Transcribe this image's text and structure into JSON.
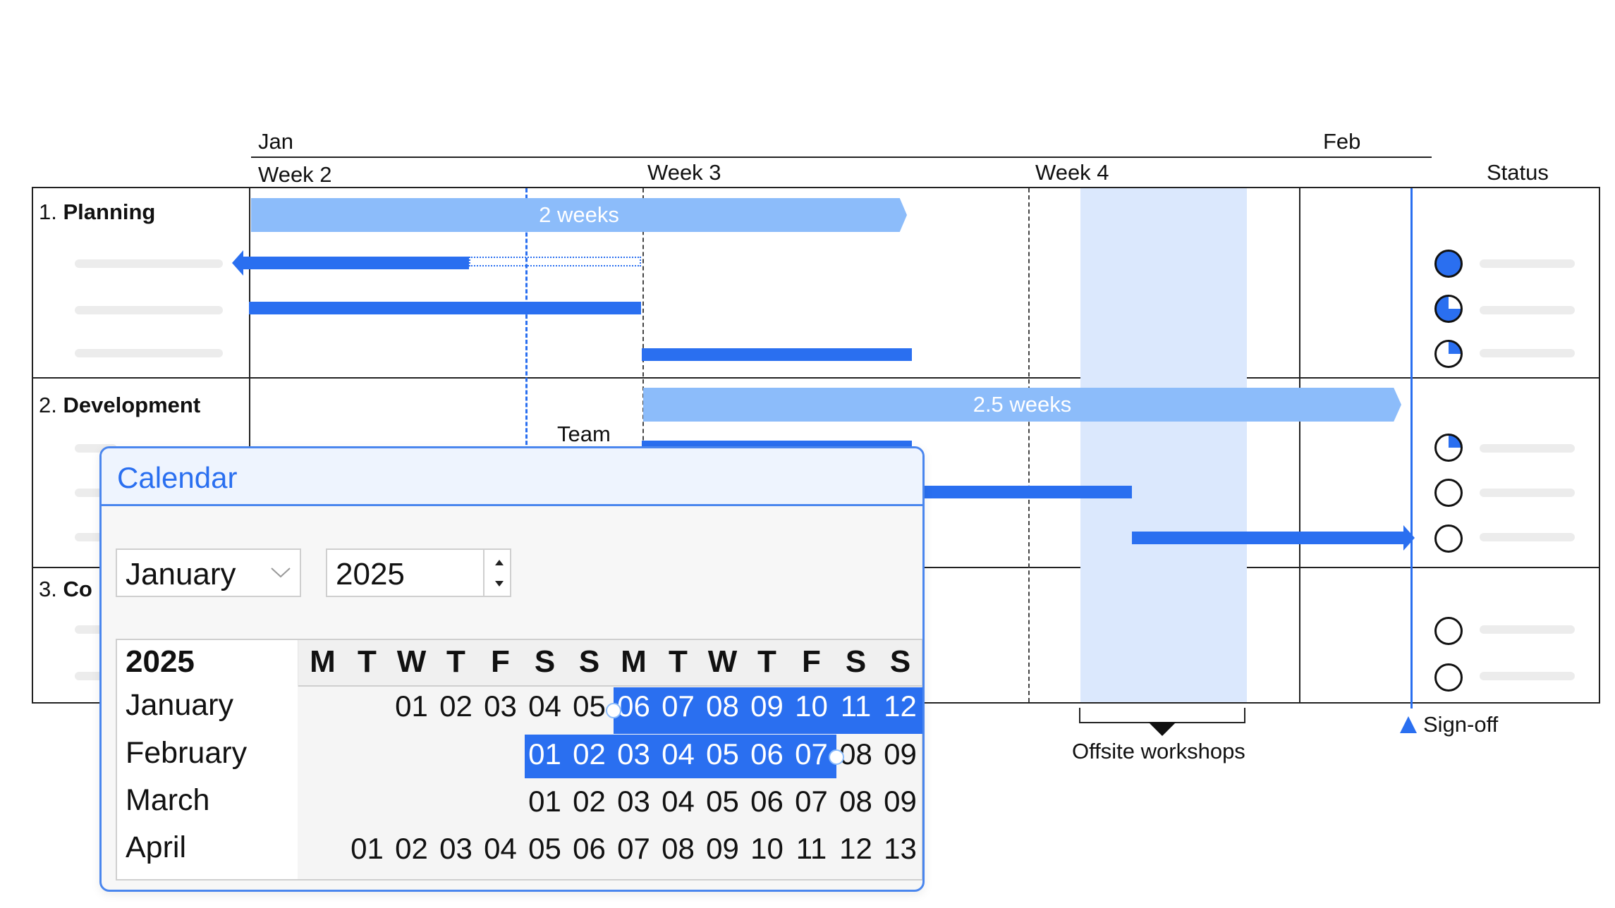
{
  "timeline": {
    "months": [
      "Jan",
      "Feb"
    ],
    "weeks": [
      "Week 2",
      "Week 3",
      "Week 4"
    ],
    "status_header": "Status",
    "groups": [
      {
        "number": "1.",
        "name": "Planning"
      },
      {
        "number": "2.",
        "name": "Development"
      },
      {
        "number": "3.",
        "name": "Co"
      }
    ],
    "span_labels": [
      "2 weeks",
      "2.5 weeks"
    ],
    "team_label": "Team",
    "offsite_label": "Offsite workshops",
    "signoff_label": "Sign-off",
    "status_fill": [
      1.0,
      0.75,
      0.25,
      0.25,
      0,
      0,
      0,
      0
    ],
    "accent_color": "#2a6ff0",
    "light_accent": "#8cbcfa"
  },
  "calendar": {
    "title": "Calendar",
    "month_value": "January",
    "year_value": "2025",
    "year_header": "2025",
    "day_headers": [
      "M",
      "T",
      "W",
      "T",
      "F",
      "S",
      "S",
      "M",
      "T",
      "W",
      "T",
      "F",
      "S",
      "S"
    ],
    "months": [
      {
        "name": "January",
        "days": [
          "01",
          "02",
          "03",
          "04",
          "05",
          "06",
          "07",
          "08",
          "09",
          "10",
          "11",
          "12"
        ]
      },
      {
        "name": "February",
        "days": [
          "01",
          "02",
          "03",
          "04",
          "05",
          "06",
          "07",
          "08",
          "09"
        ]
      },
      {
        "name": "March",
        "days": [
          "01",
          "02",
          "03",
          "04",
          "05",
          "06",
          "07",
          "08",
          "09"
        ]
      },
      {
        "name": "April",
        "days": [
          "01",
          "02",
          "03",
          "04",
          "05",
          "06",
          "07",
          "08",
          "09",
          "10",
          "11",
          "12",
          "13"
        ]
      }
    ],
    "selection": {
      "from": "January 06",
      "to": "February 07"
    },
    "icons": [
      "chevron-down-icon",
      "spin-up-icon",
      "spin-down-icon"
    ]
  }
}
